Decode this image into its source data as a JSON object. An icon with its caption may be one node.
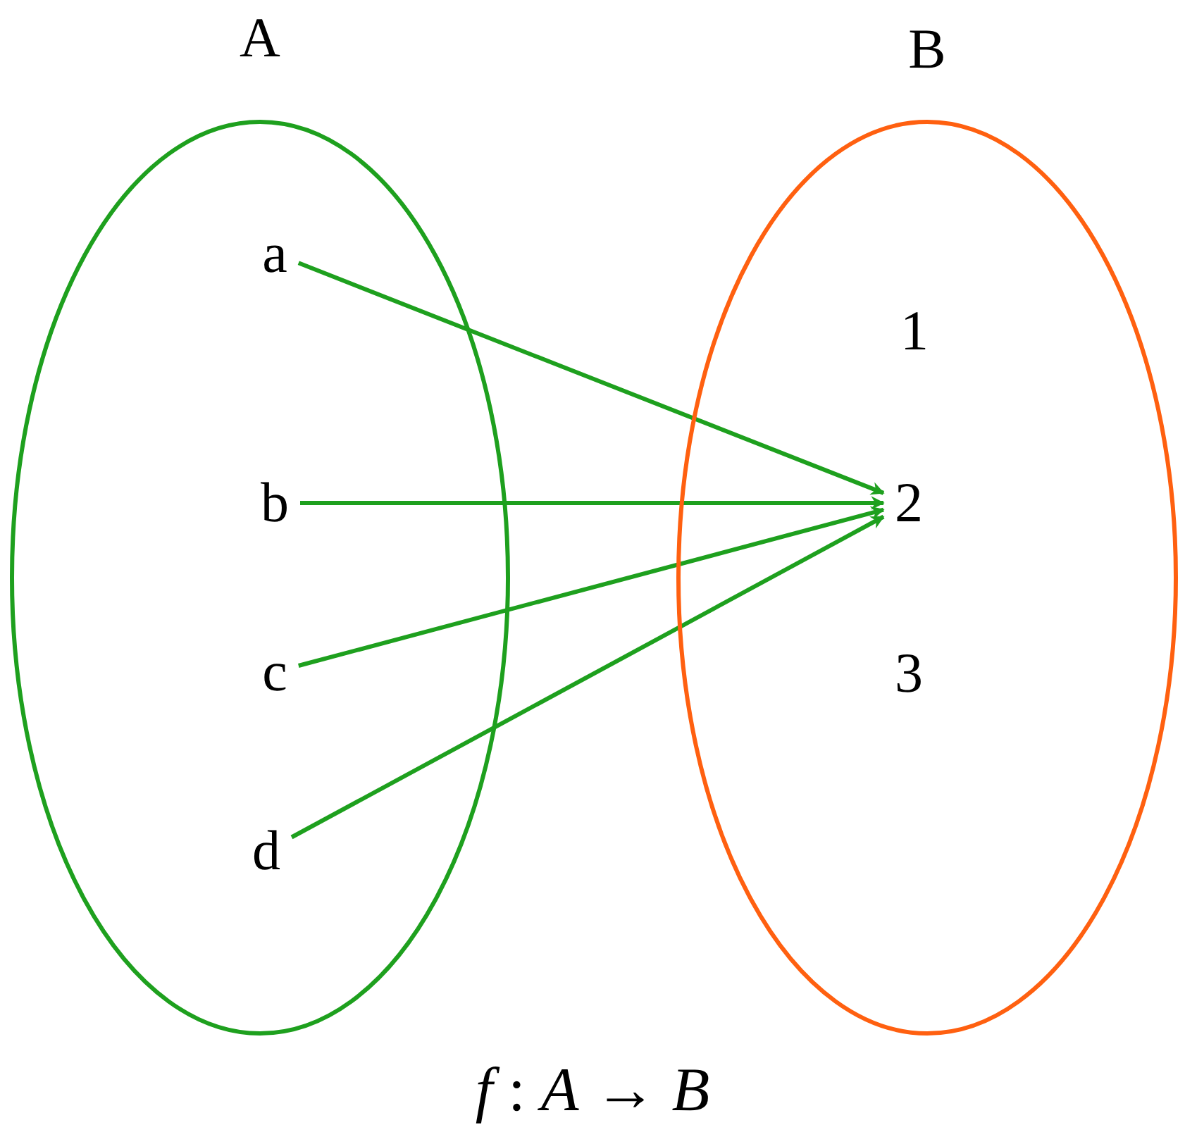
{
  "diagram": {
    "caption": "*f* : *A* → *B*",
    "nodes": [
      {
        "text": [
          "A"
        ]
      },
      {
        "text": [
          "a"
        ],
        "in": 0
      },
      {
        "text": [
          "b"
        ],
        "in": 0
      },
      {
        "text": [
          "c"
        ],
        "in": 0
      },
      {
        "text": [
          "d"
        ],
        "in": 0
      },
      {
        "text": [
          "B"
        ]
      },
      {
        "text": [
          "1"
        ],
        "in": 5
      },
      {
        "text": [
          "2"
        ],
        "in": 5
      },
      {
        "text": [
          "3"
        ],
        "in": 5
      }
    ],
    "edges": [
      {
        "from": 1,
        "to": 7,
        "arrow": "to"
      },
      {
        "from": 2,
        "to": 7,
        "arrow": "to"
      },
      {
        "from": 3,
        "to": 7,
        "arrow": "to"
      },
      {
        "from": 4,
        "to": 7,
        "arrow": "to"
      }
    ]
  }
}
